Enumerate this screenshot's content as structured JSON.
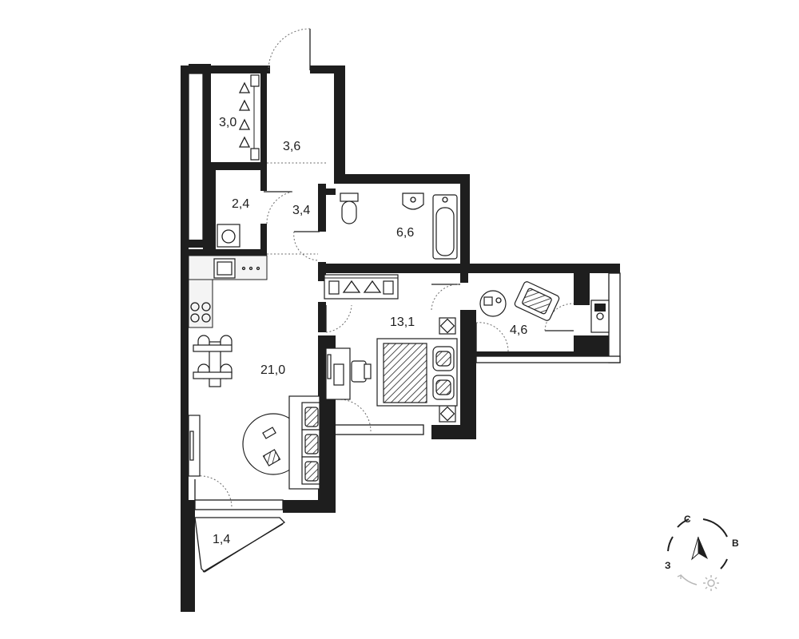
{
  "rooms": {
    "wardrobe": "3,0",
    "hallway": "3,6",
    "laundry": "2,4",
    "corridor": "3,4",
    "bathroom": "6,6",
    "living_kitchen": "21,0",
    "bedroom": "13,1",
    "balcony_right": "4,6",
    "balcony_left": "1,4"
  },
  "compass": {
    "north": "С",
    "east": "В",
    "west": "З"
  }
}
